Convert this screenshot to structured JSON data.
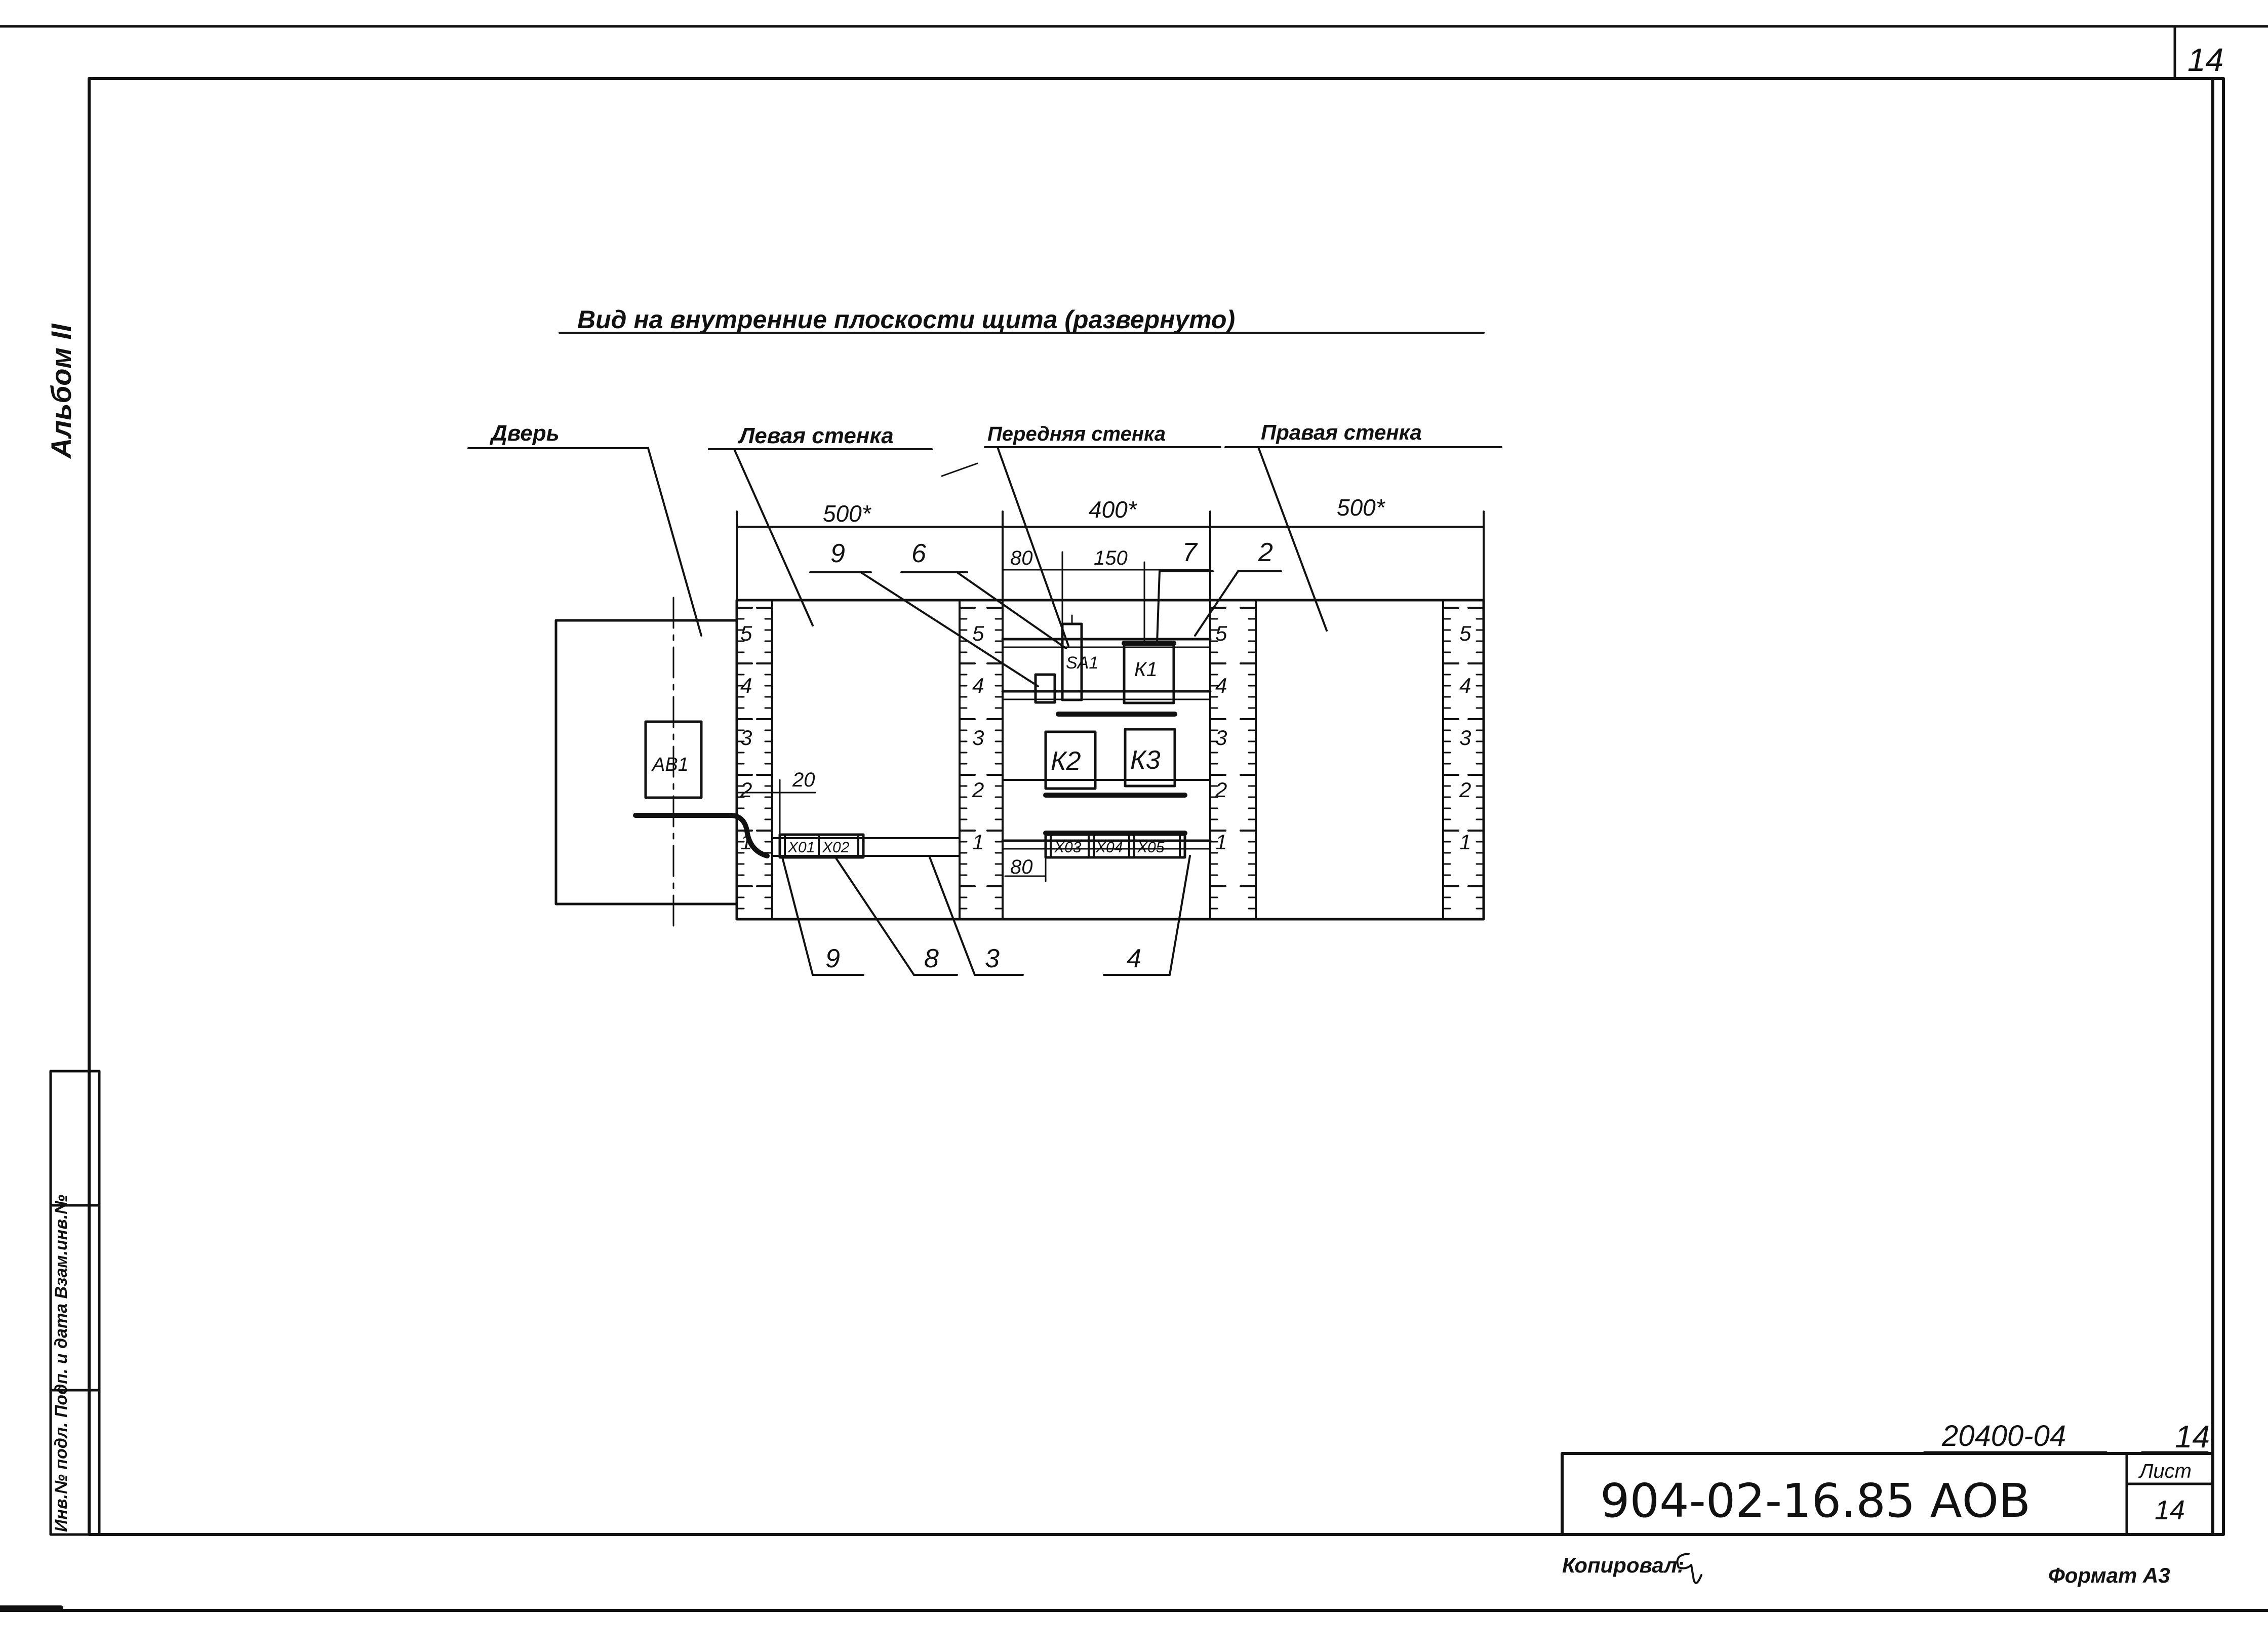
{
  "sheet": {
    "corner_sheet_number": "14",
    "album_label": "Альбом II",
    "side_stamp_text": "Инв.№ подл. Подп. и дата Взам.инв.№"
  },
  "title": "Вид на внутренние плоскости щита (развернуто)",
  "labels": {
    "door": "Дверь",
    "left_wall": "Левая стенка",
    "front_wall": "Передняя стенка",
    "right_wall": "Правая стенка"
  },
  "dimensions": {
    "left_width": "500*",
    "front_width": "400*",
    "right_width": "500*",
    "d_80_top": "80",
    "d_150": "150",
    "d_80_bottom": "80",
    "d_20": "20"
  },
  "rail_numbers": [
    "5",
    "4",
    "3",
    "2",
    "1"
  ],
  "devices": {
    "door_device": "АВ1",
    "front_top_small": "SA1",
    "k1": "К1",
    "k2": "К2",
    "k3": "К3",
    "left_terminals": [
      "Х01",
      "Х02"
    ],
    "front_terminals": [
      "Х03",
      "Х04",
      "Х05"
    ]
  },
  "callouts": {
    "top": [
      "9",
      "6",
      "7",
      "2"
    ],
    "bottom": [
      "9",
      "8",
      "3",
      "4"
    ]
  },
  "title_block": {
    "inventory": "20400-04",
    "sheet_label": "Лист",
    "sheet_top": "14",
    "designation": "904-02-16.85 АОВ",
    "sheet_number": "14",
    "copied_by": "Копировал:",
    "format": "Формат А3"
  }
}
